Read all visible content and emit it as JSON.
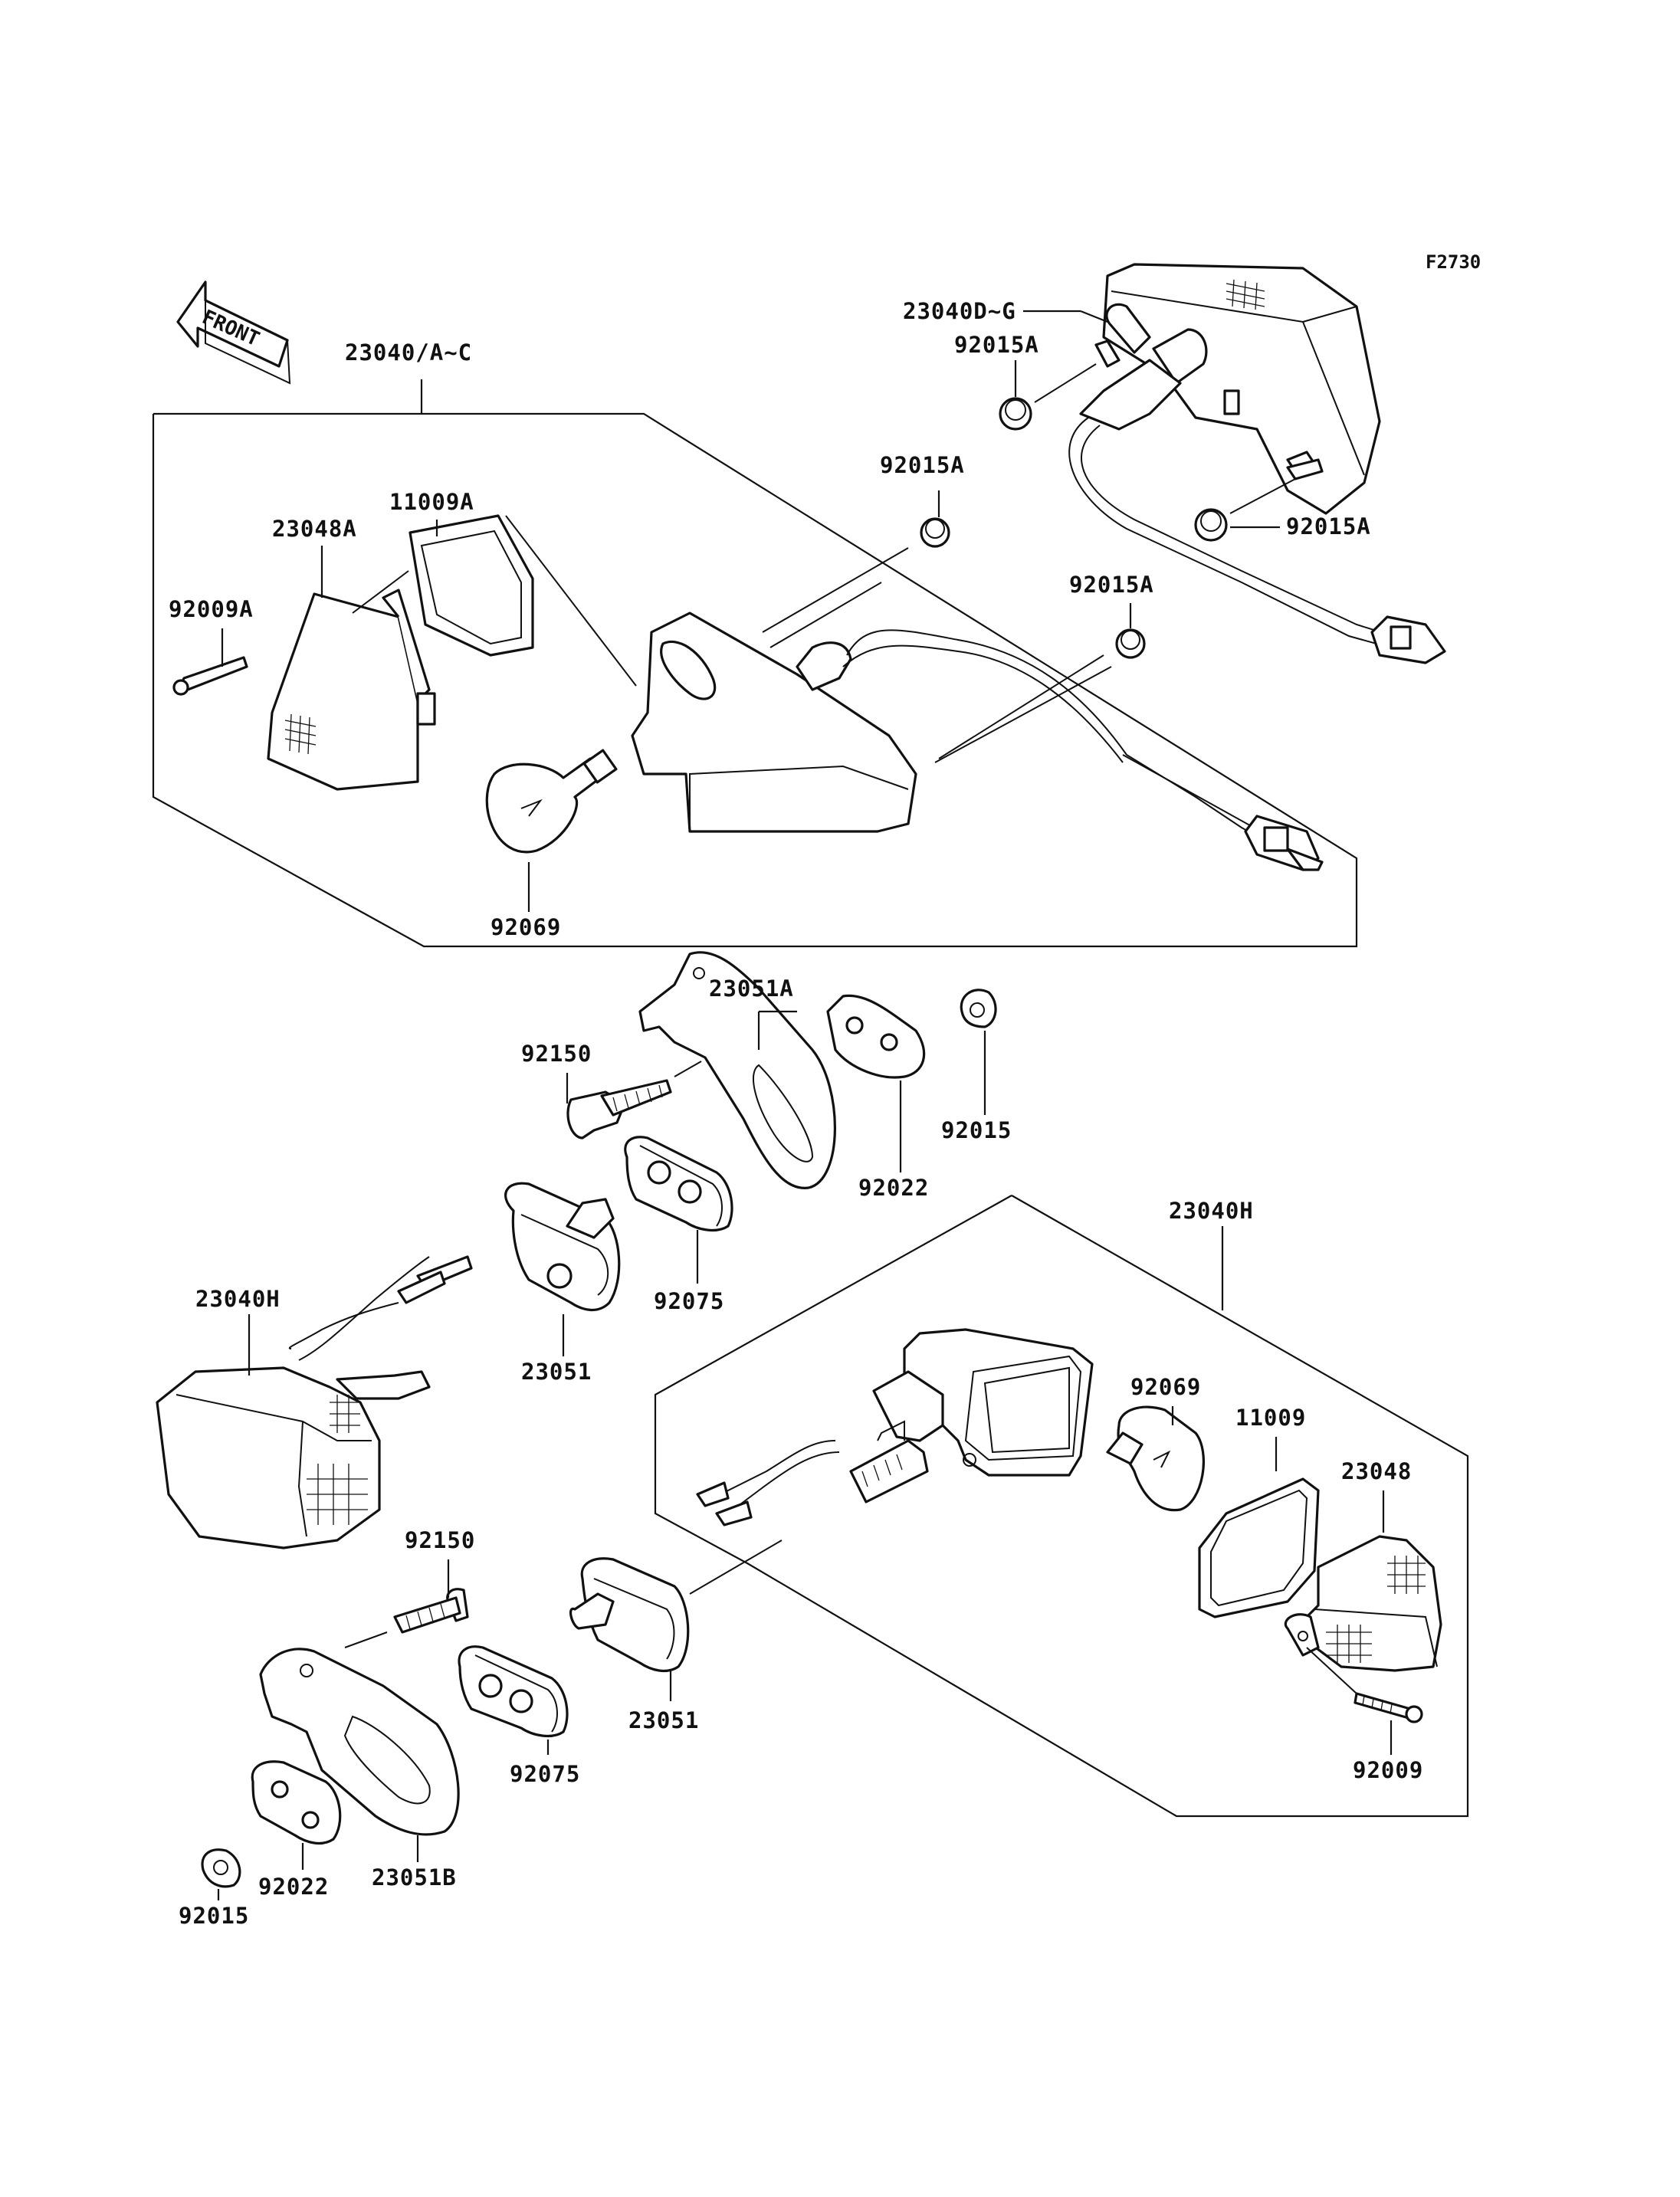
{
  "figure_code": "F2730",
  "front_label": "FRONT",
  "labels": {
    "asm_front_rear": "23040/A~C",
    "lamp_rear_right": "23040D~G",
    "lens_gasket_a": "11009A",
    "lens_a": "23048A",
    "screw_a": "92009A",
    "bulb_a": "92069",
    "nut_a1": "92015A",
    "nut_a2": "92015A",
    "nut_a3": "92015A",
    "nut_a4": "92015A",
    "bracket_a": "23051A",
    "bolt_top": "92150",
    "nut_top": "92015",
    "plate_top": "92022",
    "damper_top": "92075",
    "holder_top": "23051",
    "lamp_left": "23040H",
    "bolt_bottom": "92150",
    "bracket_b": "23051B",
    "damper_bottom": "92075",
    "holder_bottom": "23051",
    "plate_bottom": "92022",
    "nut_bottom": "92015",
    "asm_bottom": "23040H",
    "bulb_b": "92069",
    "gasket_b": "11009",
    "lens_b": "23048",
    "screw_b": "92009"
  }
}
